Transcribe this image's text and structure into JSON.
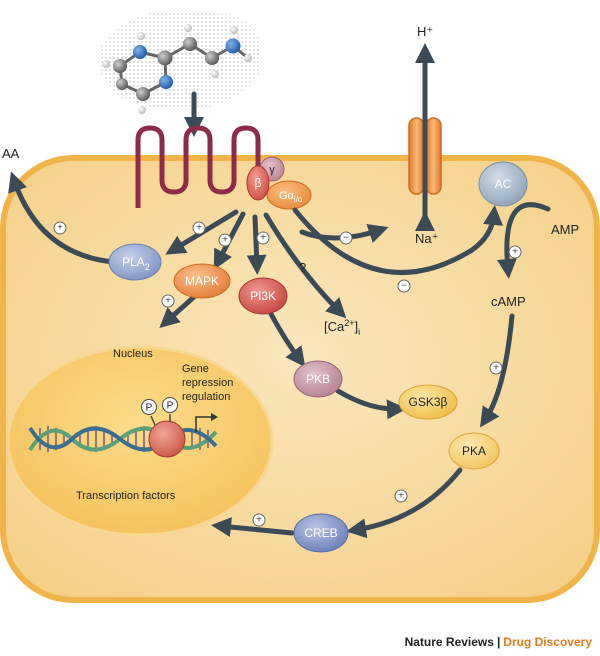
{
  "labels": {
    "aa": "AA",
    "h_plus": "H⁺",
    "na_plus": "Na⁺",
    "amp": "AMP",
    "camp": "cAMP",
    "ca_pre": "[Ca",
    "ca_sup": "2+",
    "ca_post": "]",
    "ca_sub": "i",
    "nucleus": "Nucleus",
    "gene_line1": "Gene",
    "gene_line2": "repression",
    "gene_line3": "regulation",
    "transcription": "Transcription factors",
    "question": "?"
  },
  "nodes": {
    "beta": "β",
    "gamma": "γ",
    "galpha": "Gα",
    "galpha_sub": "i/o",
    "pla2": "PLA",
    "pla2_sub": "2",
    "mapk": "MAPK",
    "pi3k": "PI3K",
    "pkb": "PKB",
    "gsk3b": "GSK3β",
    "ac": "AC",
    "pka": "PKA",
    "creb": "CREB",
    "p1": "P",
    "p2": "P"
  },
  "signs": {
    "plus": "+",
    "minus": "−"
  },
  "credit": {
    "journal": "Nature Reviews",
    "separator": "|",
    "section": "Drug Discovery"
  },
  "colors": {
    "cell_fill": "#f8dca0",
    "cell_border": "#f0b448",
    "receptor": "#8e2b4b",
    "arrow": "#3b4a55",
    "pla2": "#8a9fca",
    "mapk": "#f0964a",
    "pi3k": "#d9534f",
    "pkb": "#c89aa6",
    "gsk3b": "#f6cf63",
    "ac": "#9cb0c3",
    "pka": "#f6d27a",
    "creb": "#7d8fc2",
    "channel": "#f09a4a",
    "accent_text": "#e07a1a"
  }
}
